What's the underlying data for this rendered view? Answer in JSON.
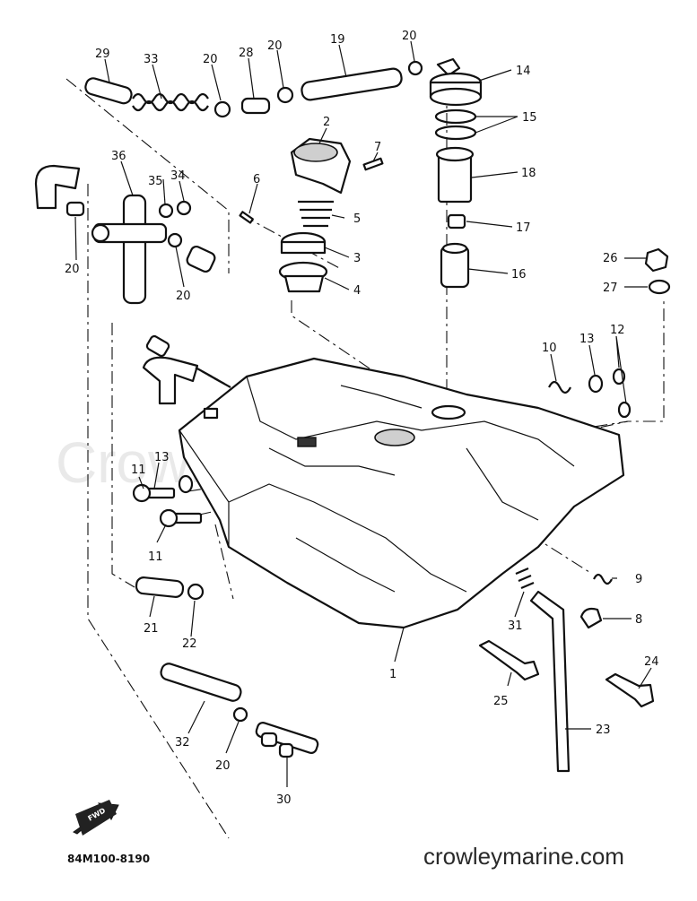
{
  "watermark": "Crowley Marine",
  "footer_site": "crowleymarine.com",
  "diagram_code": "84M100-8190",
  "fwd_label": "FWD",
  "callouts": {
    "c1": "1",
    "c2": "2",
    "c3": "3",
    "c4": "4",
    "c5": "5",
    "c6": "6",
    "c7": "7",
    "c8": "8",
    "c9": "9",
    "c10": "10",
    "c11a": "11",
    "c11b": "11",
    "c12": "12",
    "c13a": "13",
    "c13b": "13",
    "c14": "14",
    "c15": "15",
    "c16": "16",
    "c17": "17",
    "c18": "18",
    "c19": "19",
    "c20a": "20",
    "c20b": "20",
    "c20c": "20",
    "c20d": "20",
    "c20e": "20",
    "c20f": "20",
    "c21": "21",
    "c22": "22",
    "c23": "23",
    "c24": "24",
    "c25": "25",
    "c26": "26",
    "c27": "27",
    "c28": "28",
    "c29": "29",
    "c30": "30",
    "c31": "31",
    "c32": "32",
    "c33": "33",
    "c34": "34",
    "c35": "35",
    "c36": "36"
  }
}
